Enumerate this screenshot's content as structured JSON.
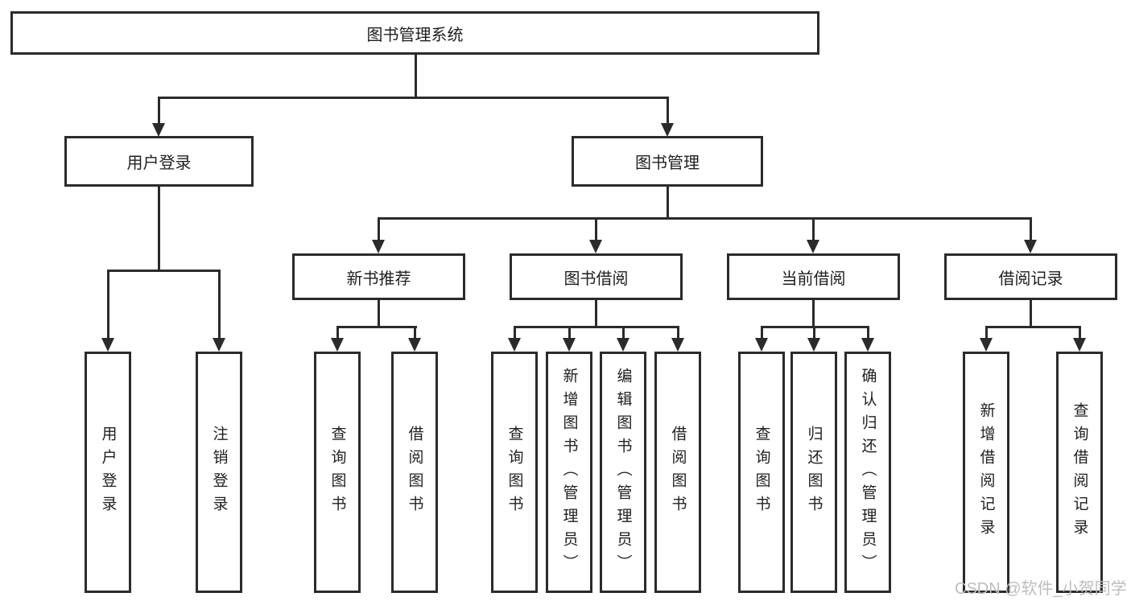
{
  "diagram_type": "hierarchy-tree",
  "tree": {
    "root": {
      "label": "图书管理系统",
      "children": [
        {
          "label": "用户登录",
          "children": [
            {
              "label": "用户登录"
            },
            {
              "label": "注销登录"
            }
          ]
        },
        {
          "label": "图书管理",
          "children": [
            {
              "label": "新书推荐",
              "children": [
                {
                  "label": "查询图书"
                },
                {
                  "label": "借阅图书"
                }
              ]
            },
            {
              "label": "图书借阅",
              "children": [
                {
                  "label": "查询图书"
                },
                {
                  "label": "新增图书（管理员）"
                },
                {
                  "label": "编辑图书（管理员）"
                },
                {
                  "label": "借阅图书"
                }
              ]
            },
            {
              "label": "当前借阅",
              "children": [
                {
                  "label": "查询图书"
                },
                {
                  "label": "归还图书"
                },
                {
                  "label": "确认归还（管理员）"
                }
              ]
            },
            {
              "label": "借阅记录",
              "children": [
                {
                  "label": "新增借阅记录"
                },
                {
                  "label": "查询借阅记录"
                }
              ]
            }
          ]
        }
      ]
    }
  },
  "watermark": {
    "text": "CSDN @软件_小贺同学"
  },
  "colors": {
    "line": "#2b2b2b",
    "text": "#1f1f1f",
    "watermark": "#bdbdbd",
    "background": "#ffffff"
  }
}
